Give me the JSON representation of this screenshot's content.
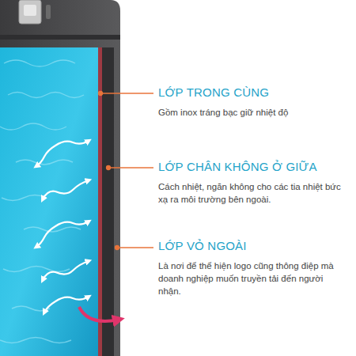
{
  "diagram": {
    "labels": [
      "LỚP TRONG CÙNG",
      "Gồm inox tráng bạc giữ nhiệt độ",
      "LỚP CHÂN KHÔNG Ở GIỮA",
      "Cách nhiệt, ngăn không cho các tia nhiệt bức xạ ra môi trường bên ngoài.",
      "LỚP VỎ NGOÀI",
      "Là nơi để thể hiện logo cũng thông điệp mà doanh nghiệp muốn truyền tải đến người nhận."
    ]
  }
}
